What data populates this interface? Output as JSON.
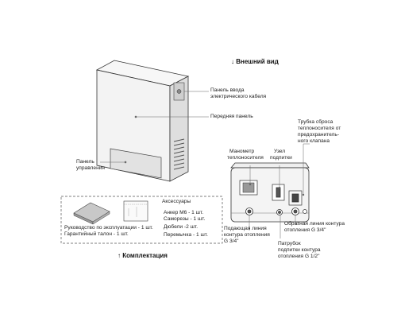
{
  "headings": {
    "external_view": "Внешний вид",
    "kit": "Комплектация"
  },
  "callouts": {
    "cable_panel_l1": "Панель ввода",
    "cable_panel_l2": "электрического кабеля",
    "front_panel": "Передняя панель",
    "control_panel_l1": "Панель",
    "control_panel_l2": "управления",
    "relief_pipe_l1": "Трубка сброса",
    "relief_pipe_l2": "теплоносителя от",
    "relief_pipe_l3": "предохранитель-",
    "relief_pipe_l4": "ного клапана",
    "manometer_l1": "Манометр",
    "manometer_l2": "теплоносителя",
    "feed_node_l1": "Узел",
    "feed_node_l2": "подпитки",
    "supply_line_l1": "Подающая линия",
    "supply_line_l2": "контура отопления",
    "supply_line_l3": "G 3/4\"",
    "return_line_l1": "Обратная линия контура",
    "return_line_l2": "отопления G 3/4\"",
    "feed_pipe_l1": "Патрубок",
    "feed_pipe_l2": "подпитки контура",
    "feed_pipe_l3": "отопления G 1/2\""
  },
  "kit": {
    "accessories_title": "Аксессуары",
    "manual": "Руководство по эксплуатации - 1 шт.",
    "warranty": "Гарантийный талон - 1 шт.",
    "items": [
      "Анкер М6 - 1 шт.",
      "Саморезы - 1 шт.",
      "Дюбели -2 шт.",
      "Перемычка - 1 шт."
    ]
  }
}
